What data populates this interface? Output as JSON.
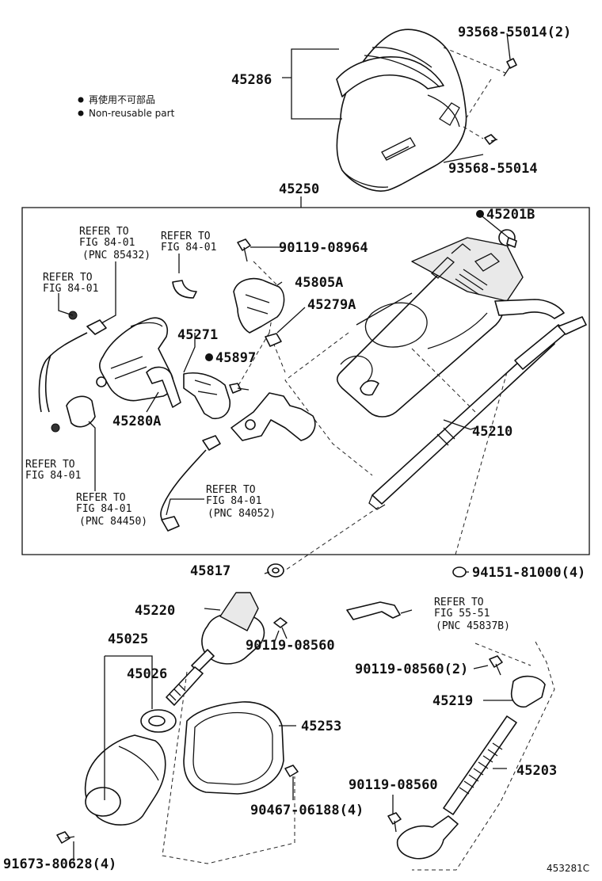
{
  "diagram": {
    "figure_code": "453281C",
    "legend": {
      "ja": "再使用不可部品",
      "en": "Non-reusable part"
    },
    "labels": {
      "p45286": "45286",
      "p93568_55014_2": "93568-55014(2)",
      "p93568_55014": "93568-55014",
      "p45250": "45250",
      "p45201B": "45201B",
      "p90119_08964": "90119-08964",
      "p45805A": "45805A",
      "p45279A": "45279A",
      "p45271": "45271",
      "p45897": "45897",
      "p45280A": "45280A",
      "p45210": "45210",
      "p45817": "45817",
      "p94151_81000_4": "94151-81000(4)",
      "p45220": "45220",
      "p90119_08560_a": "90119-08560",
      "p45025": "45025",
      "p45026": "45026",
      "p90119_08560_2": "90119-08560(2)",
      "p45219": "45219",
      "p45253": "45253",
      "p45203": "45203",
      "p90119_08560_b": "90119-08560",
      "p90467_06188_4": "90467-06188(4)",
      "p91673_80628_4": "91673-80628(4)"
    },
    "refs": {
      "r1": {
        "l1": "REFER TO",
        "l2": "FIG 84-01",
        "l3": "(PNC 85432)"
      },
      "r2": {
        "l1": "REFER TO",
        "l2": "FIG 84-01"
      },
      "r3": {
        "l1": "REFER TO",
        "l2": "FIG 84-01"
      },
      "r4": {
        "l1": "REFER TO",
        "l2": "FIG 84-01"
      },
      "r5": {
        "l1": "REFER TO",
        "l2": "FIG 84-01",
        "l3": "(PNC 84450)"
      },
      "r6": {
        "l1": "REFER TO",
        "l2": "FIG 84-01",
        "l3": "(PNC 84052)"
      },
      "r7": {
        "l1": "REFER TO",
        "l2": "FIG 55-51",
        "l3": "(PNC 45837B)"
      }
    }
  }
}
